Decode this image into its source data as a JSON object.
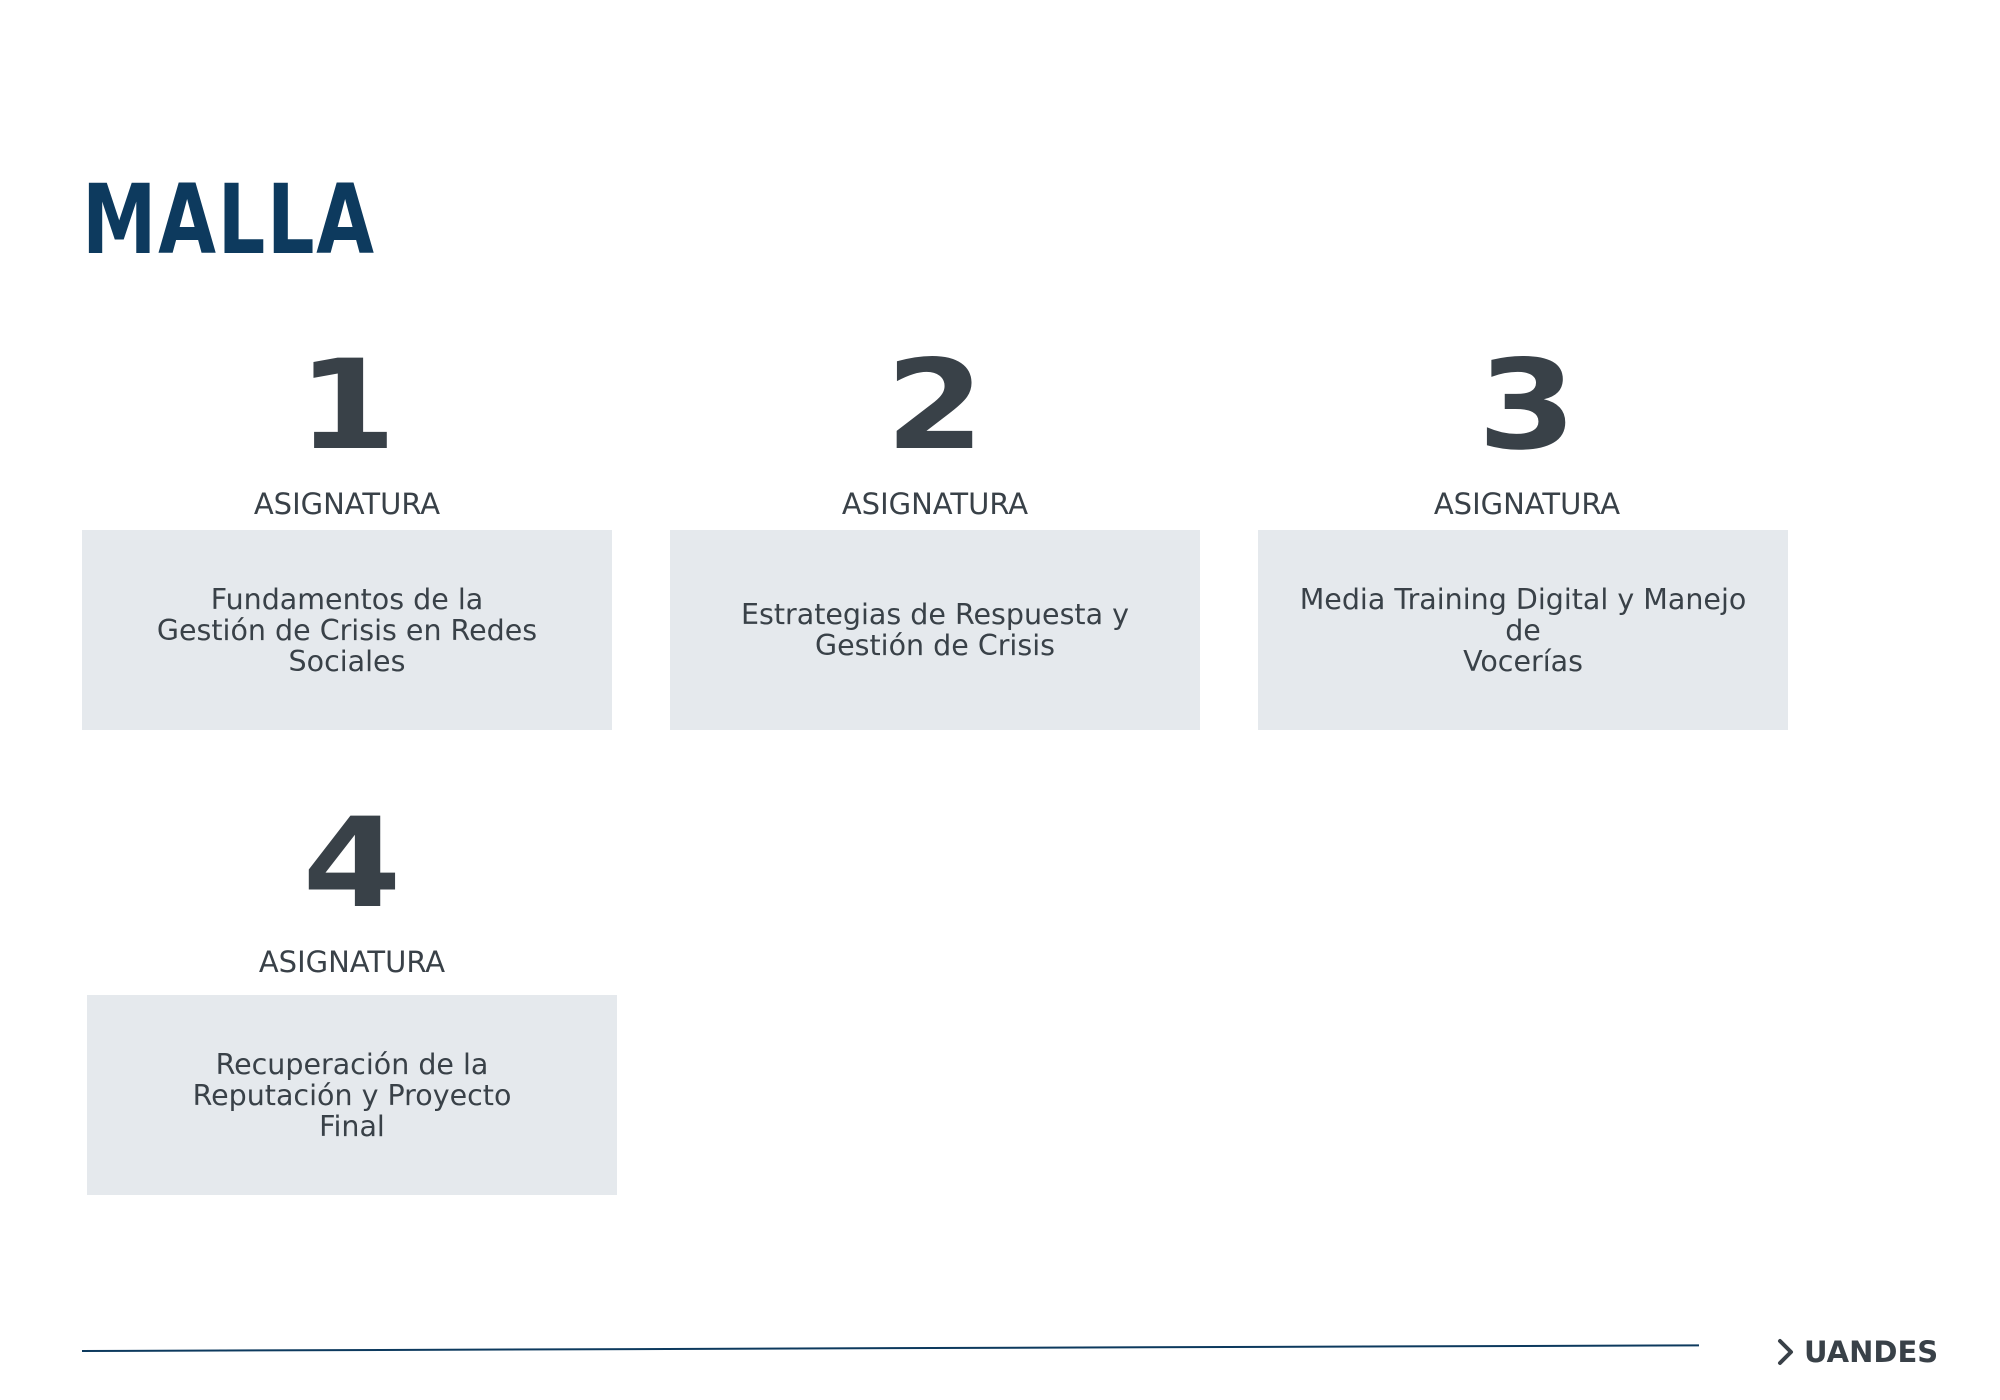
{
  "header": {
    "title": "MALLA"
  },
  "courses": [
    {
      "number": "1",
      "label": "ASIGNATURA",
      "name": "Fundamentos de la\nGestión de Crisis en Redes\nSociales"
    },
    {
      "number": "2",
      "label": "ASIGNATURA",
      "name": "Estrategias de Respuesta y\nGestión de Crisis"
    },
    {
      "number": "3",
      "label": "ASIGNATURA",
      "name": "Media Training Digital y Manejo de\nVocerías"
    },
    {
      "number": "4",
      "label": "ASIGNATURA",
      "name": "Recuperación de la\nReputación y Proyecto\nFinal"
    }
  ],
  "footer": {
    "brand": "UANDES",
    "brand_icon": "chevron-right-icon"
  },
  "colors": {
    "title": "#0d3a5e",
    "text": "#394148",
    "box": "#e5e9ed",
    "rule": "#0d3a5e"
  }
}
